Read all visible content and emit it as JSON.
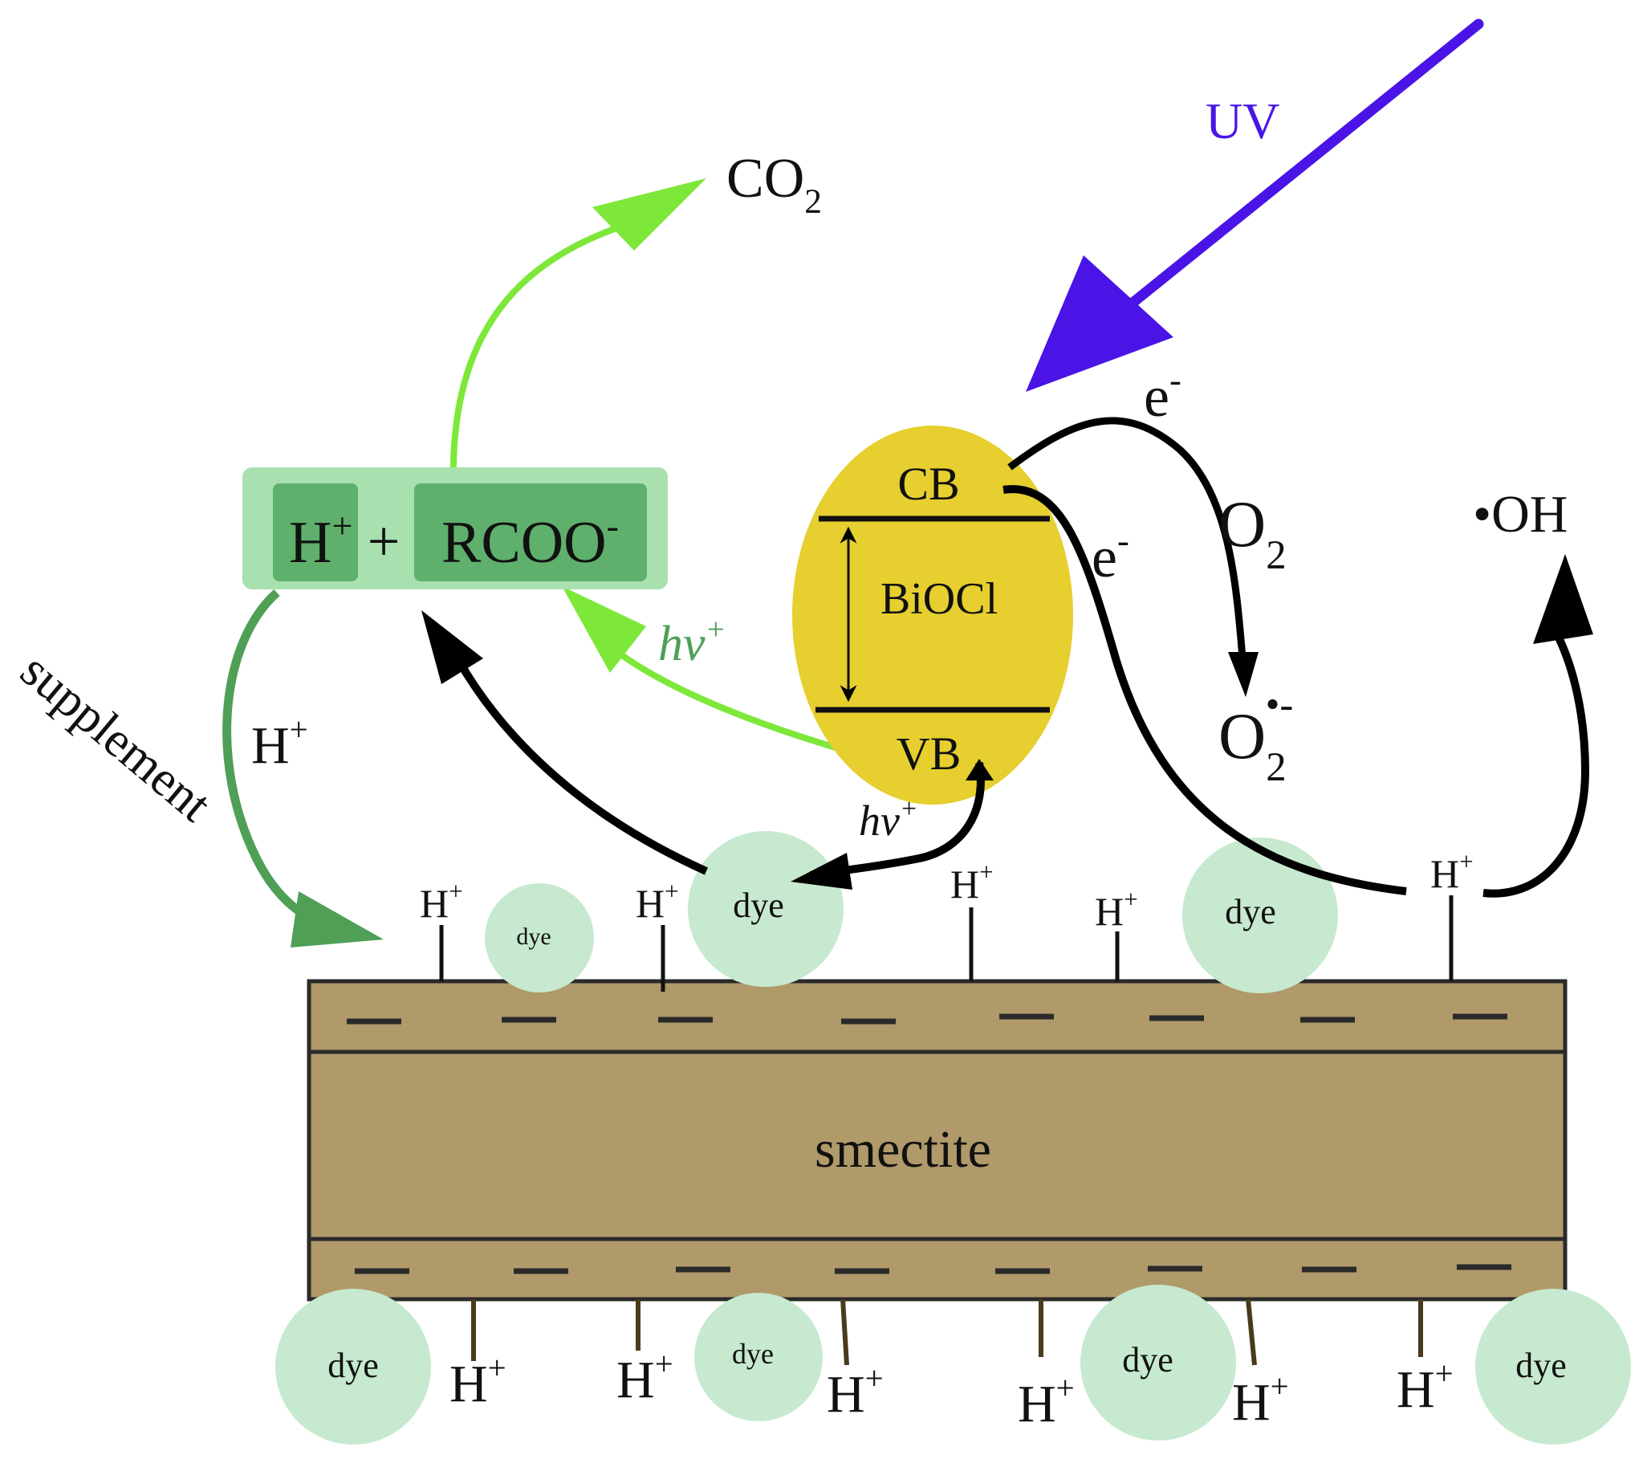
{
  "labels": {
    "uv": "UV",
    "co2_main": "CO",
    "co2_sub": "2",
    "h_plus_main": "H",
    "plus_sign_sup": "+",
    "plus": "+",
    "rcoo_main": "RCOO",
    "minus_sup": "-",
    "supplement": "supplement",
    "h_label_main": "H",
    "hv_main": "hv",
    "cb": "CB",
    "bioc": "BiOCl",
    "vb": "VB",
    "e_main": "e",
    "o2_main": "O",
    "o2_sub": "2",
    "superoxide_sup": "•-",
    "oh": "•OH",
    "smectite": "smectite",
    "dye": "dye"
  },
  "colors": {
    "uv": "#4a14e6",
    "green_light": "#7de83a",
    "green_dark": "#4f9f56",
    "box_outer": "#a8e0b0",
    "box_inner": "#5fb06c",
    "bioc": "#e6cf2e",
    "smectite": "#b09a6a",
    "smectite_line": "#4a3a1a",
    "dye": "#c6e9cf"
  }
}
